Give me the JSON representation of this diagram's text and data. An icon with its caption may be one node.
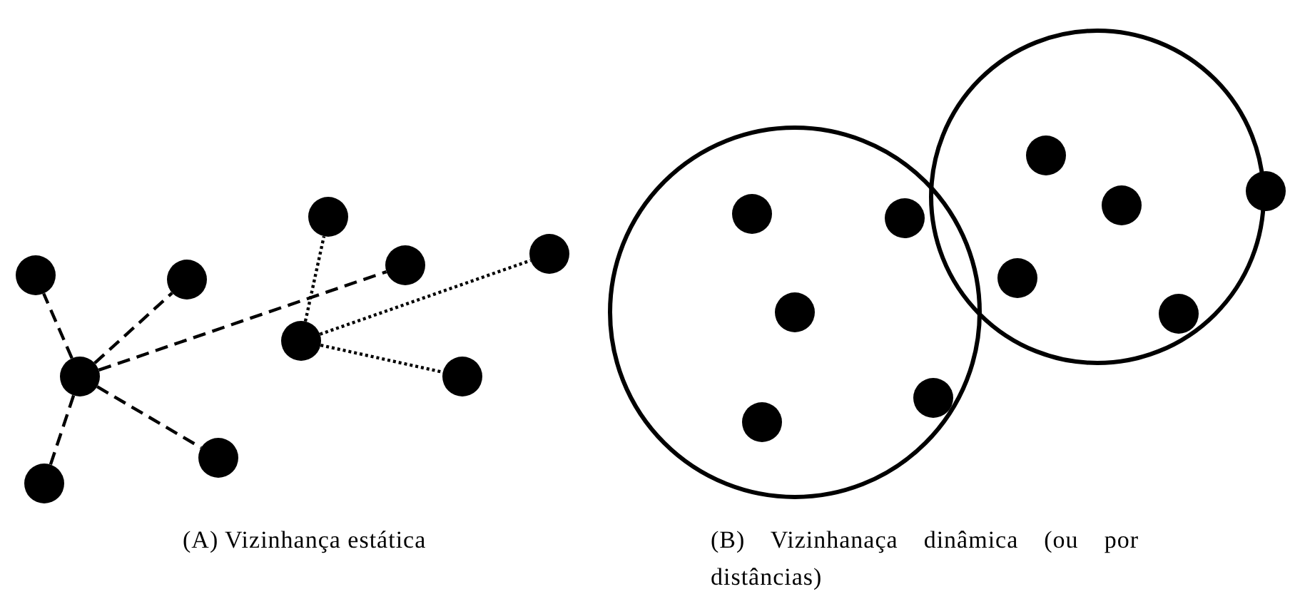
{
  "diagram": {
    "nodes": [
      {
        "text": [],
        "shape": "circle"
      },
      {
        "text": [],
        "shape": "circle"
      },
      {
        "text": [],
        "shape": "circle"
      },
      {
        "text": [],
        "shape": "circle"
      },
      {
        "text": [],
        "shape": "circle"
      },
      {
        "text": [],
        "shape": "circle"
      },
      {
        "text": [],
        "shape": "circle"
      },
      {
        "text": [],
        "shape": "circle"
      },
      {
        "text": [],
        "shape": "circle"
      },
      {
        "text": [],
        "shape": "circle"
      },
      {
        "text": [],
        "shape": "circle"
      },
      {
        "text": [],
        "shape": "circle",
        "in": 10
      },
      {
        "text": [],
        "shape": "circle",
        "in": 10
      },
      {
        "text": [],
        "shape": "circle",
        "in": 10
      },
      {
        "text": [],
        "shape": "circle",
        "in": 10
      },
      {
        "text": [],
        "shape": "circle",
        "in": 10
      },
      {
        "text": [],
        "shape": "circle"
      },
      {
        "text": [],
        "shape": "circle",
        "in": 16
      },
      {
        "text": [],
        "shape": "circle",
        "in": 16
      },
      {
        "text": [],
        "shape": "circle",
        "in": 16
      },
      {
        "text": [],
        "shape": "circle",
        "in": 16
      },
      {
        "text": [],
        "shape": "circle",
        "in": 16
      }
    ],
    "edges": [
      {
        "from": 2,
        "to": 0,
        "arrow": "none",
        "style": "dashed"
      },
      {
        "from": 2,
        "to": 1,
        "arrow": "none",
        "style": "dashed"
      },
      {
        "from": 2,
        "to": 6,
        "arrow": "none",
        "style": "dashed"
      },
      {
        "from": 2,
        "to": 3,
        "arrow": "none",
        "style": "dashed"
      },
      {
        "from": 2,
        "to": 4,
        "arrow": "none",
        "style": "dashed"
      },
      {
        "from": 7,
        "to": 5,
        "arrow": "none"
      },
      {
        "from": 7,
        "to": 8,
        "arrow": "none"
      },
      {
        "from": 7,
        "to": 9,
        "arrow": "none"
      }
    ],
    "labels": [
      "(A) Vizinhança estática",
      "(B) Vizinhanaça dinâmica (ou por distâncias)"
    ]
  }
}
